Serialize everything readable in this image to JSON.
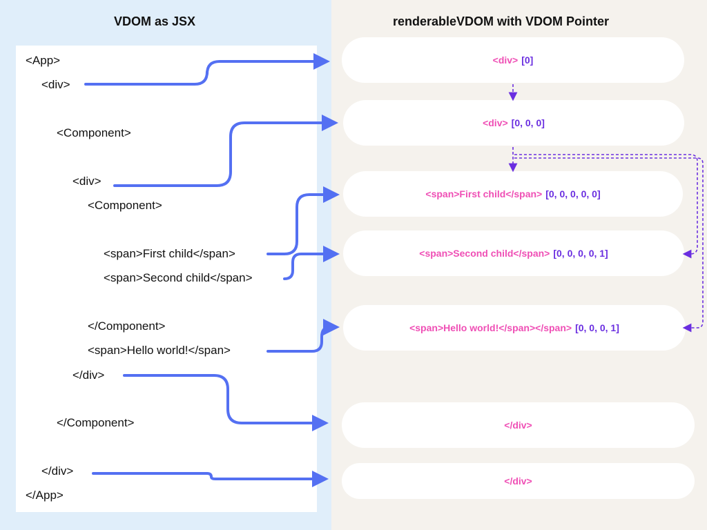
{
  "headings": {
    "left": "VDOM as JSX",
    "right": "renderableVDOM with VDOM Pointer"
  },
  "jsx_lines": [
    "<App>",
    "<div>",
    "<Component>",
    "<div>",
    "<Component>",
    "<span>First child</span>",
    "<span>Second child</span>",
    "</Component>",
    "<span>Hello world!</span>",
    "</div>",
    "</Component>",
    "</div>",
    "</App>"
  ],
  "vdom_nodes": [
    {
      "tag": "<div>",
      "pointer": "[0]"
    },
    {
      "tag": "<div>",
      "pointer": "[0, 0, 0]"
    },
    {
      "tag": "<span>First child</span>",
      "pointer": "[0, 0, 0, 0, 0]"
    },
    {
      "tag": "<span>Second child</span>",
      "pointer": "[0, 0, 0, 0, 1]"
    },
    {
      "tag": "<span>Hello world!</span></span>",
      "pointer": "[0, 0, 0, 1]"
    },
    {
      "tag": "</div>",
      "pointer": ""
    },
    {
      "tag": "</div>",
      "pointer": ""
    }
  ],
  "colors": {
    "left_bg": "#e0eefa",
    "right_bg": "#f5f2ed",
    "arrow": "#5470f2",
    "dashed_link": "#6a2ee0",
    "tag_text": "#ef4fb5",
    "pointer_text": "#6a2ee0"
  }
}
